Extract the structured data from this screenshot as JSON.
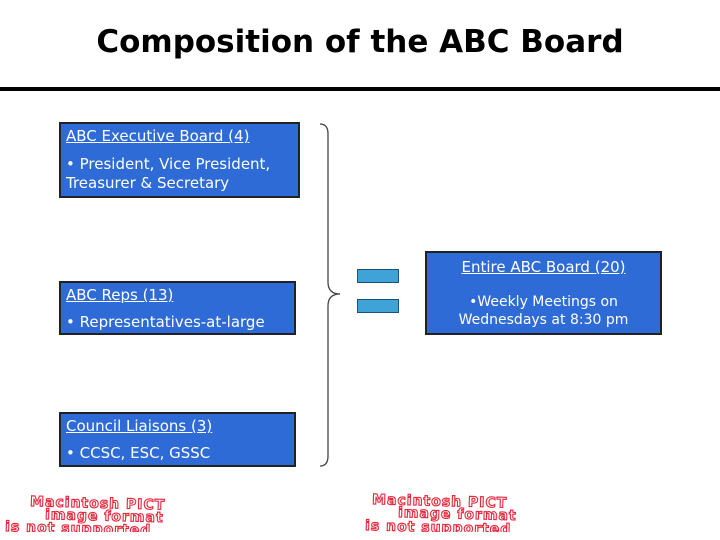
{
  "title": "Composition of the ABC Board",
  "boxes": {
    "executive": {
      "heading": "ABC Executive Board (4)",
      "bullet": "• President, Vice President, Treasurer & Secretary"
    },
    "reps": {
      "heading": "ABC Reps (13)",
      "bullet": "• Representatives-at-large"
    },
    "liaisons": {
      "heading": "Council Liaisons (3)",
      "bullet": "• CCSC, ESC, GSSC"
    },
    "board": {
      "heading": "Entire ABC Board (20)",
      "bullet": "•Weekly Meetings on Wednesdays at 8:30 pm"
    }
  },
  "placeholder": {
    "left": [
      "Macintosh PICT",
      "image format",
      "is not supported"
    ],
    "right": [
      "Macintosh PICT",
      "image format",
      "is not supported"
    ]
  },
  "colors": {
    "box_fill": "#2e6bd6",
    "equals_fill": "#3fa3d8",
    "placeholder_text": "#e8263a"
  }
}
